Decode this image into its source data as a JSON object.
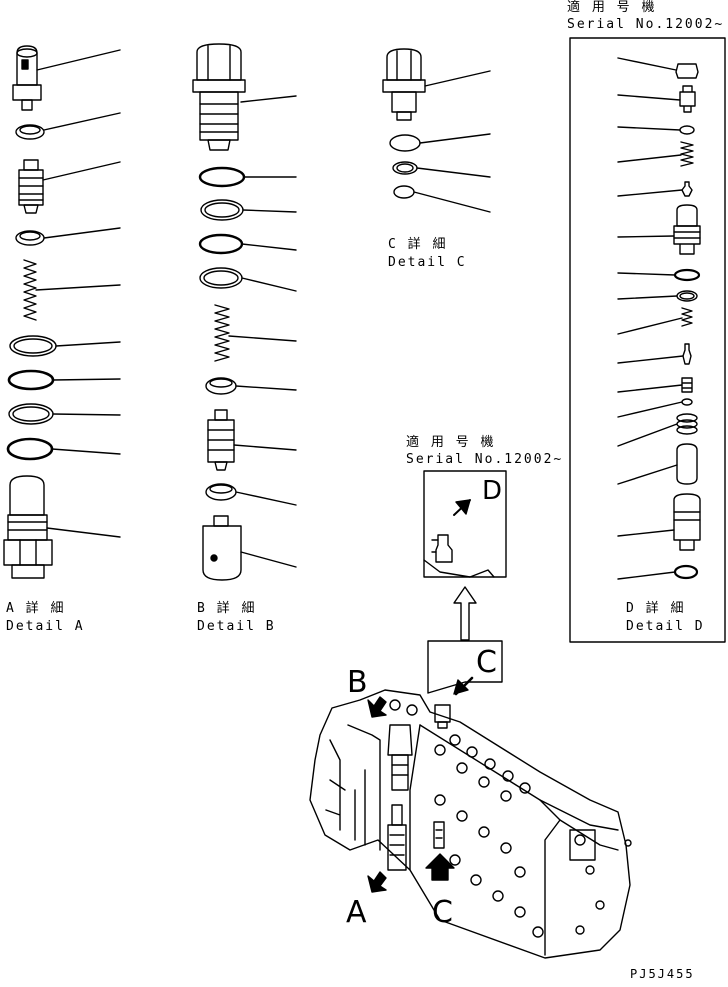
{
  "detail_a": {
    "jp": "A 詳 細",
    "en": "Detail A"
  },
  "detail_b": {
    "jp": "B 詳 細",
    "en": "Detail B"
  },
  "detail_c": {
    "jp": "C 詳 細",
    "en": "Detail C"
  },
  "detail_d": {
    "jp": "D 詳 細",
    "en": "Detail D"
  },
  "serial_top": {
    "jp": "適 用 号 機",
    "en": "Serial No.12002~"
  },
  "serial_mid": {
    "jp": "適 用 号 機",
    "en": "Serial No.12002~"
  },
  "inset_letter": "D",
  "arrow_letters": {
    "b": "B",
    "c_top": "C",
    "a": "A",
    "c_bottom": "C"
  },
  "drawing_code": "PJ5J455"
}
